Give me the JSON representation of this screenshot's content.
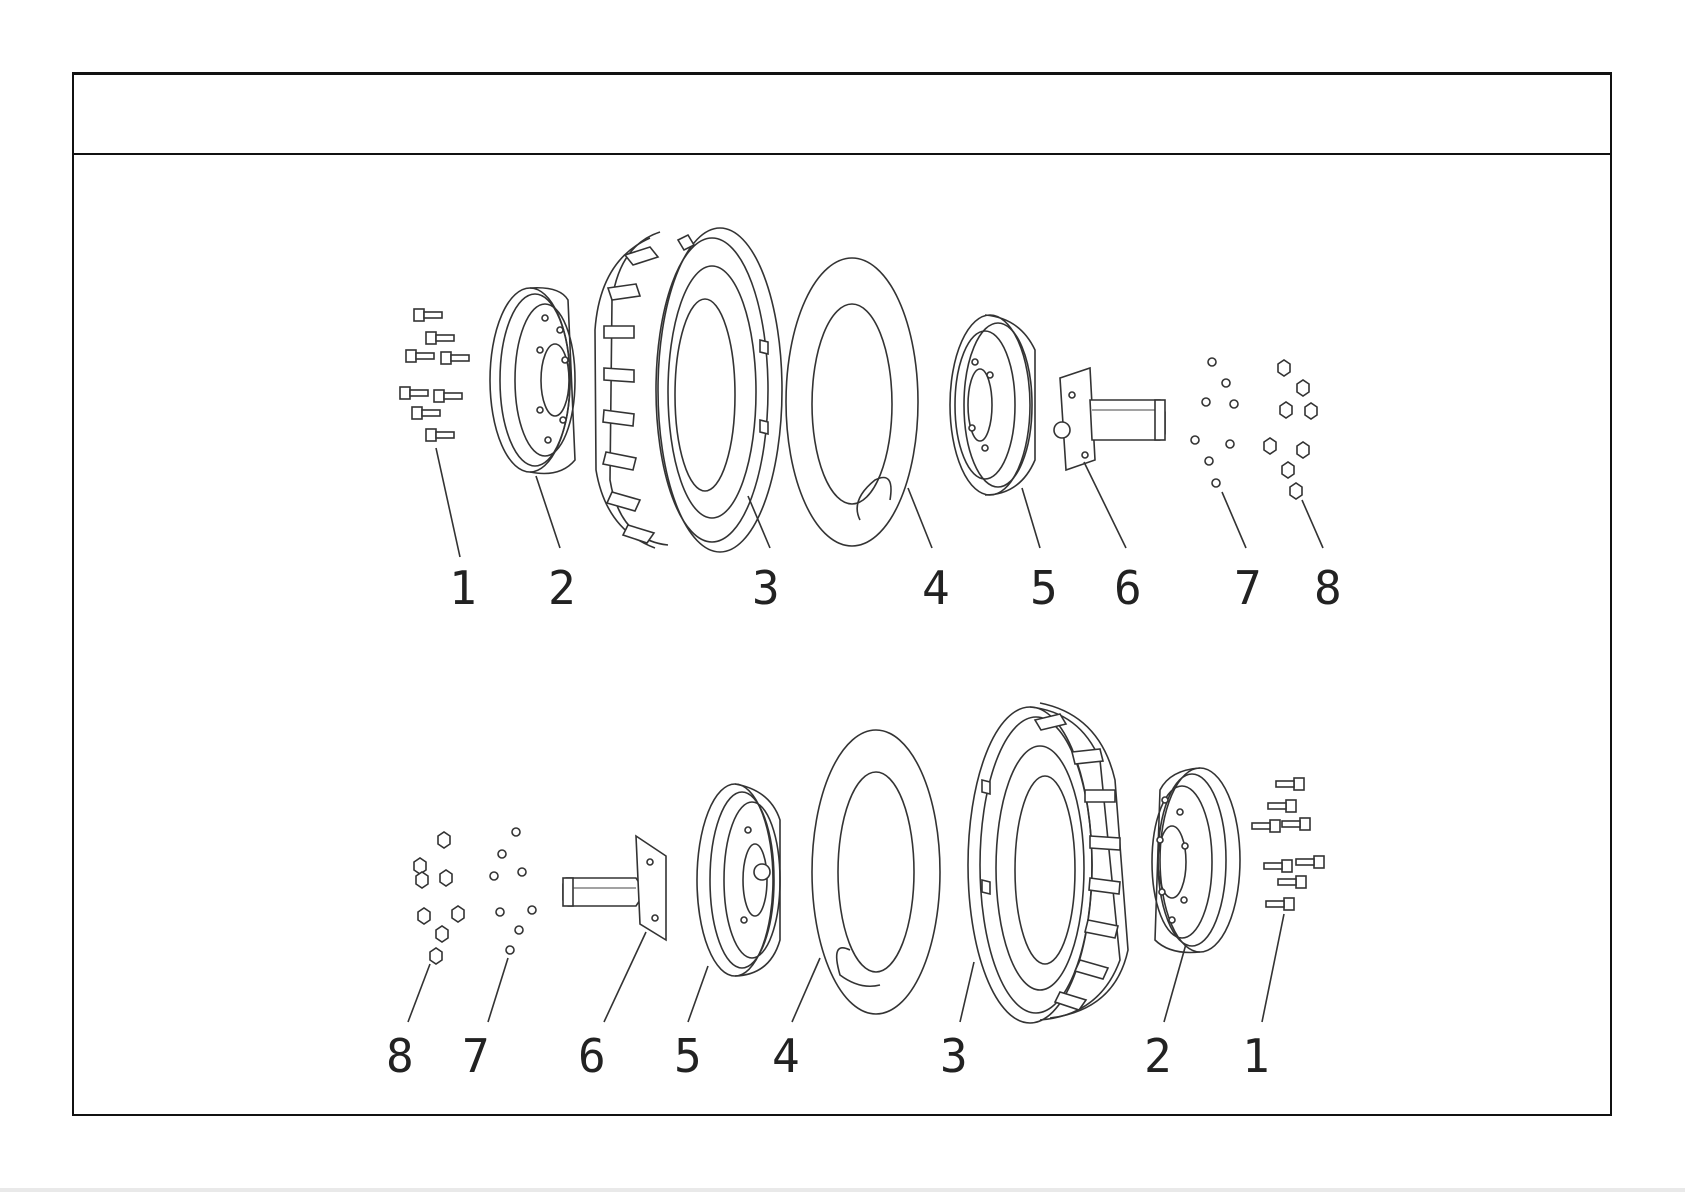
{
  "header": {
    "title": ""
  },
  "top_view": {
    "labels": [
      "1",
      "2",
      "3",
      "4",
      "5",
      "6",
      "7",
      "8"
    ]
  },
  "bottom_view": {
    "labels": [
      "8",
      "7",
      "6",
      "5",
      "4",
      "3",
      "2",
      "1"
    ]
  }
}
